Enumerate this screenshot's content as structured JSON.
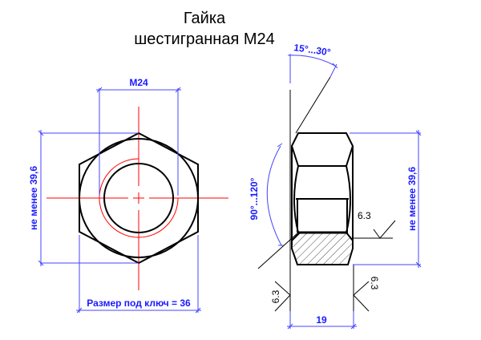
{
  "title": {
    "line1": "Гайка",
    "line2": "шестигранная М24"
  },
  "front_view": {
    "thread_dim": "M24",
    "height_dim": "не менее 39,6",
    "wrench_dim": "Размер под ключ = 36"
  },
  "side_view": {
    "chamfer_angle": "15°...30°",
    "side_angle": "90°...120°",
    "height_dim": "не менее 39,6",
    "roughness_top": "6.3",
    "roughness_left": "6.3",
    "roughness_right": "6.3",
    "thickness_dim": "19"
  },
  "colors": {
    "outline": "#000000",
    "dimension": "#1a1aff",
    "centerline": "#ff0000"
  }
}
